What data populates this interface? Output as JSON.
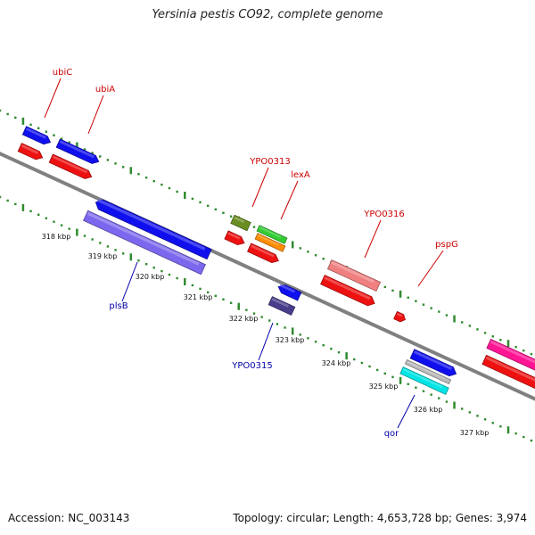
{
  "title": "Yersinia pestis CO92, complete genome",
  "footer": {
    "accession": "Accession: NC_003143",
    "stats": "Topology: circular; Length: 4,653,728 bp; Genes: 3,974"
  },
  "colors": {
    "backbone": "#808080",
    "tick": "#2e8b2e",
    "top_label": "#cc0000",
    "bottom_label": "#0000aa"
  },
  "scale_ticks": [
    "318 kbp",
    "319 kbp",
    "320 kbp",
    "321 kbp",
    "322 kbp",
    "323 kbp",
    "324 kbp",
    "325 kbp",
    "326 kbp",
    "327 kbp"
  ],
  "genes": [
    {
      "name": "ubiC",
      "strand": "top",
      "color": "#1010ee"
    },
    {
      "name": "ubiA",
      "strand": "top",
      "color": "#1010ee"
    },
    {
      "name": "YPO0313",
      "strand": "top",
      "color": "#6b8e23"
    },
    {
      "name": "lexA",
      "strand": "top",
      "color": "#33cc33"
    },
    {
      "name": "YPO0316",
      "strand": "top",
      "color": "#f08080"
    },
    {
      "name": "pspG",
      "strand": "top",
      "color": "#ee1111"
    },
    {
      "name": "plsB",
      "strand": "bottom",
      "color": "#7b68ee"
    },
    {
      "name": "YPO0315",
      "strand": "bottom",
      "color": "#483d8b"
    },
    {
      "name": "qor",
      "strand": "bottom",
      "color": "#00e5e5"
    }
  ]
}
